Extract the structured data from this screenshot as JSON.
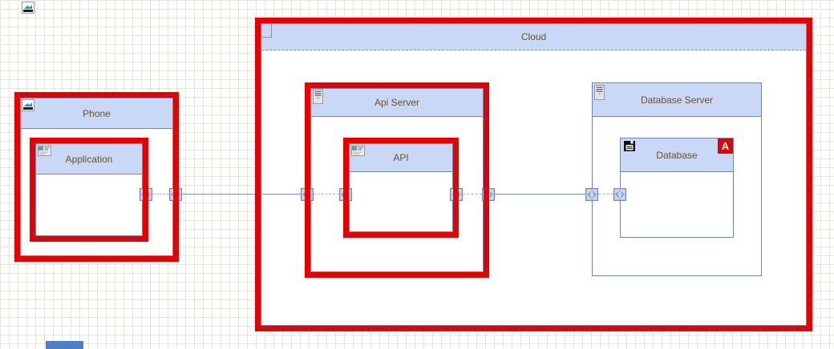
{
  "nodes": {
    "phone": {
      "label": "Phone"
    },
    "application": {
      "label": "Application"
    },
    "cloud": {
      "label": "Cloud"
    },
    "api_server": {
      "label": "Api Server"
    },
    "api": {
      "label": "API"
    },
    "database_server": {
      "label": "Database Server"
    },
    "database": {
      "label": "Database",
      "badge": "A"
    }
  },
  "connections": [
    {
      "from": "Application",
      "to": "API"
    },
    {
      "from": "API",
      "to": "Database"
    }
  ],
  "colors": {
    "node_header": "#c9d8f6",
    "node_border": "#6e88b8",
    "highlight": "#e60000",
    "label_text": "#6b5226",
    "connector_line": "#7d95c4",
    "badge_background": "#e60000"
  }
}
